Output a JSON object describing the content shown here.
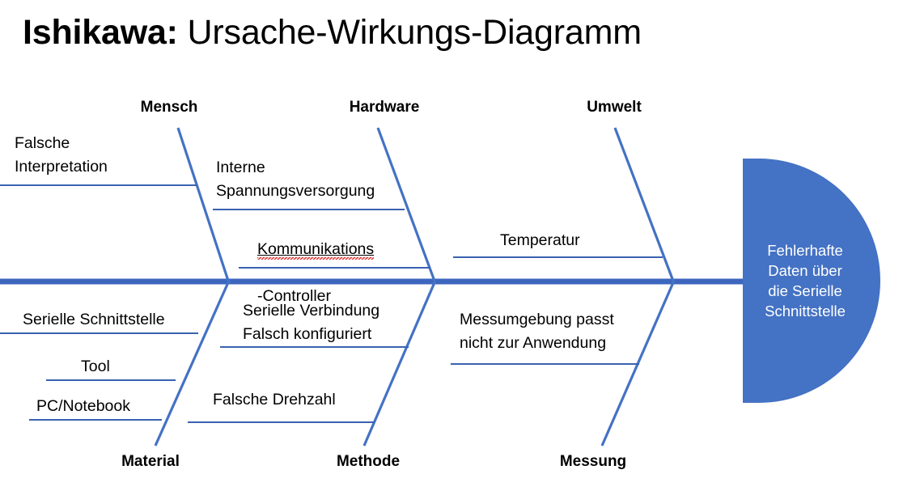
{
  "title": {
    "bold_part": "Ishikawa:",
    "rest_part": " Ursache-Wirkungs-Diagramm"
  },
  "colors": {
    "spine": "#3C66BE",
    "bone": "#4472C4",
    "subline": "#3A62B0",
    "head_fill": "#4472C4",
    "head_text": "#FFFFFF",
    "text": "#000000",
    "spellcheck": "#E03030"
  },
  "effect": {
    "label": "Fehlerhafte\nDaten über\ndie Serielle\nSchnittstelle"
  },
  "categories": {
    "top": [
      {
        "id": "mensch",
        "label": "Mensch"
      },
      {
        "id": "hardware",
        "label": "Hardware"
      },
      {
        "id": "umwelt",
        "label": "Umwelt"
      }
    ],
    "bottom": [
      {
        "id": "material",
        "label": "Material"
      },
      {
        "id": "methode",
        "label": "Methode"
      },
      {
        "id": "messung",
        "label": "Messung"
      }
    ]
  },
  "causes": {
    "mensch": [
      {
        "id": "falsche-interpretation",
        "text": "Falsche\nInterpretation"
      }
    ],
    "hardware": [
      {
        "id": "interne-spannungsversorgung",
        "text": "Interne\nSpannungsversorgung"
      },
      {
        "id": "kommunikations-controller",
        "text_line1": "Kommunikations",
        "text_line2": "-Controller",
        "spellcheck_flagged": true
      }
    ],
    "umwelt": [
      {
        "id": "temperatur",
        "text": "Temperatur"
      }
    ],
    "material": [
      {
        "id": "serielle-schnittstelle",
        "text": "Serielle Schnittstelle"
      },
      {
        "id": "tool",
        "text": "Tool"
      },
      {
        "id": "pc-notebook",
        "text": "PC/Notebook"
      }
    ],
    "methode": [
      {
        "id": "serielle-verbindung",
        "text": "Serielle Verbindung\nFalsch konfiguriert"
      },
      {
        "id": "falsche-drehzahl",
        "text": "Falsche Drehzahl"
      }
    ],
    "messung": [
      {
        "id": "messumgebung",
        "text": "Messumgebung passt\nnicht zur Anwendung"
      }
    ]
  }
}
